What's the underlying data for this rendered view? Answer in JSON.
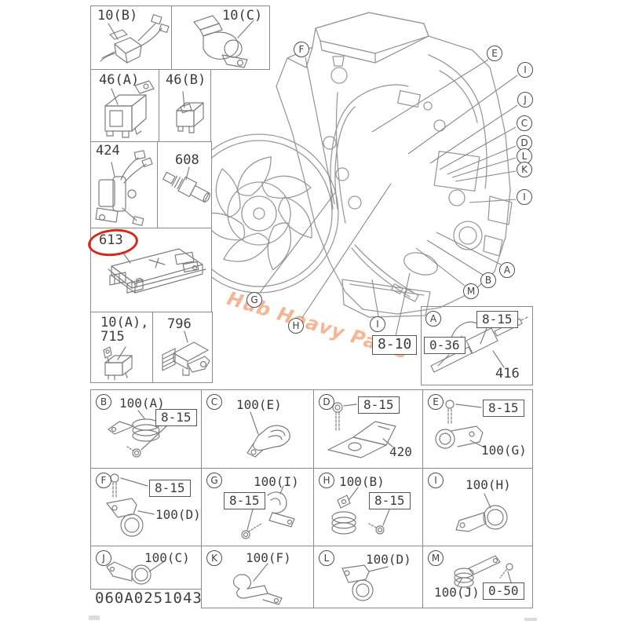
{
  "colors": {
    "line_gray": "#8a8a8a",
    "highlight_red": "#d3291d",
    "watermark_orange": "#ee7a3e"
  },
  "watermark": {
    "text": "Hub Heavy Parts"
  },
  "footer": {
    "code": "060A0251043"
  },
  "inset_panels": [
    {
      "label": "10(B)"
    },
    {
      "label": "10(C)"
    },
    {
      "label": "46(A)"
    },
    {
      "label": "46(B)"
    },
    {
      "label": "424"
    },
    {
      "label": "608"
    },
    {
      "label": "613",
      "highlighted": true
    },
    {
      "label": "10(A),",
      "label2": "715"
    },
    {
      "label": "796"
    }
  ],
  "engine": {
    "page_ref": "8-10",
    "callouts": [
      "F",
      "E",
      "I",
      "J",
      "C",
      "D",
      "L",
      "K",
      "I",
      "A",
      "B",
      "M",
      "G",
      "H",
      "I"
    ]
  },
  "detail_a": {
    "letter": "A",
    "torque": "8-15",
    "ref": "0-36",
    "part": "416"
  },
  "grid": {
    "cells": [
      {
        "letter": "B",
        "part": "100(A)",
        "torque": "8-15"
      },
      {
        "letter": "C",
        "part": "100(E)"
      },
      {
        "letter": "D",
        "part": "420",
        "torque": "8-15"
      },
      {
        "letter": "E",
        "part": "100(G)",
        "torque": "8-15"
      },
      {
        "letter": "F",
        "part": "100(D)",
        "torque": "8-15"
      },
      {
        "letter": "G",
        "part": "100(I)",
        "torque": "8-15"
      },
      {
        "letter": "H",
        "part": "100(B)",
        "torque": "8-15"
      },
      {
        "letter": "I",
        "part": "100(H)"
      },
      {
        "letter": "J",
        "part": "100(C)"
      },
      {
        "letter": "K",
        "part": "100(F)"
      },
      {
        "letter": "L",
        "part": "100(D)"
      },
      {
        "letter": "M",
        "part": "100(J)",
        "torque": "0-50"
      }
    ]
  }
}
